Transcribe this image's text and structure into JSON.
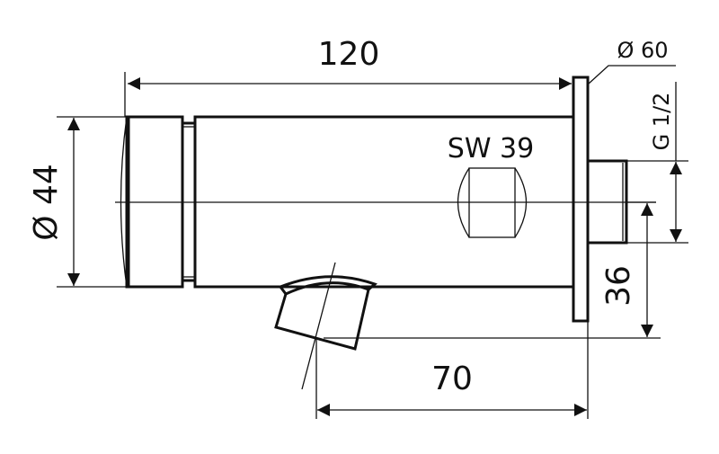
{
  "drawing": {
    "dimensions": {
      "length": "120",
      "body_diameter": "Ø 44",
      "flange_diameter": "Ø 60",
      "thread": "G 1/2",
      "wrench_size": "SW 39",
      "spout_height": "36",
      "spout_distance": "70"
    },
    "colors": {
      "line": "#111111",
      "background": "#ffffff"
    }
  }
}
